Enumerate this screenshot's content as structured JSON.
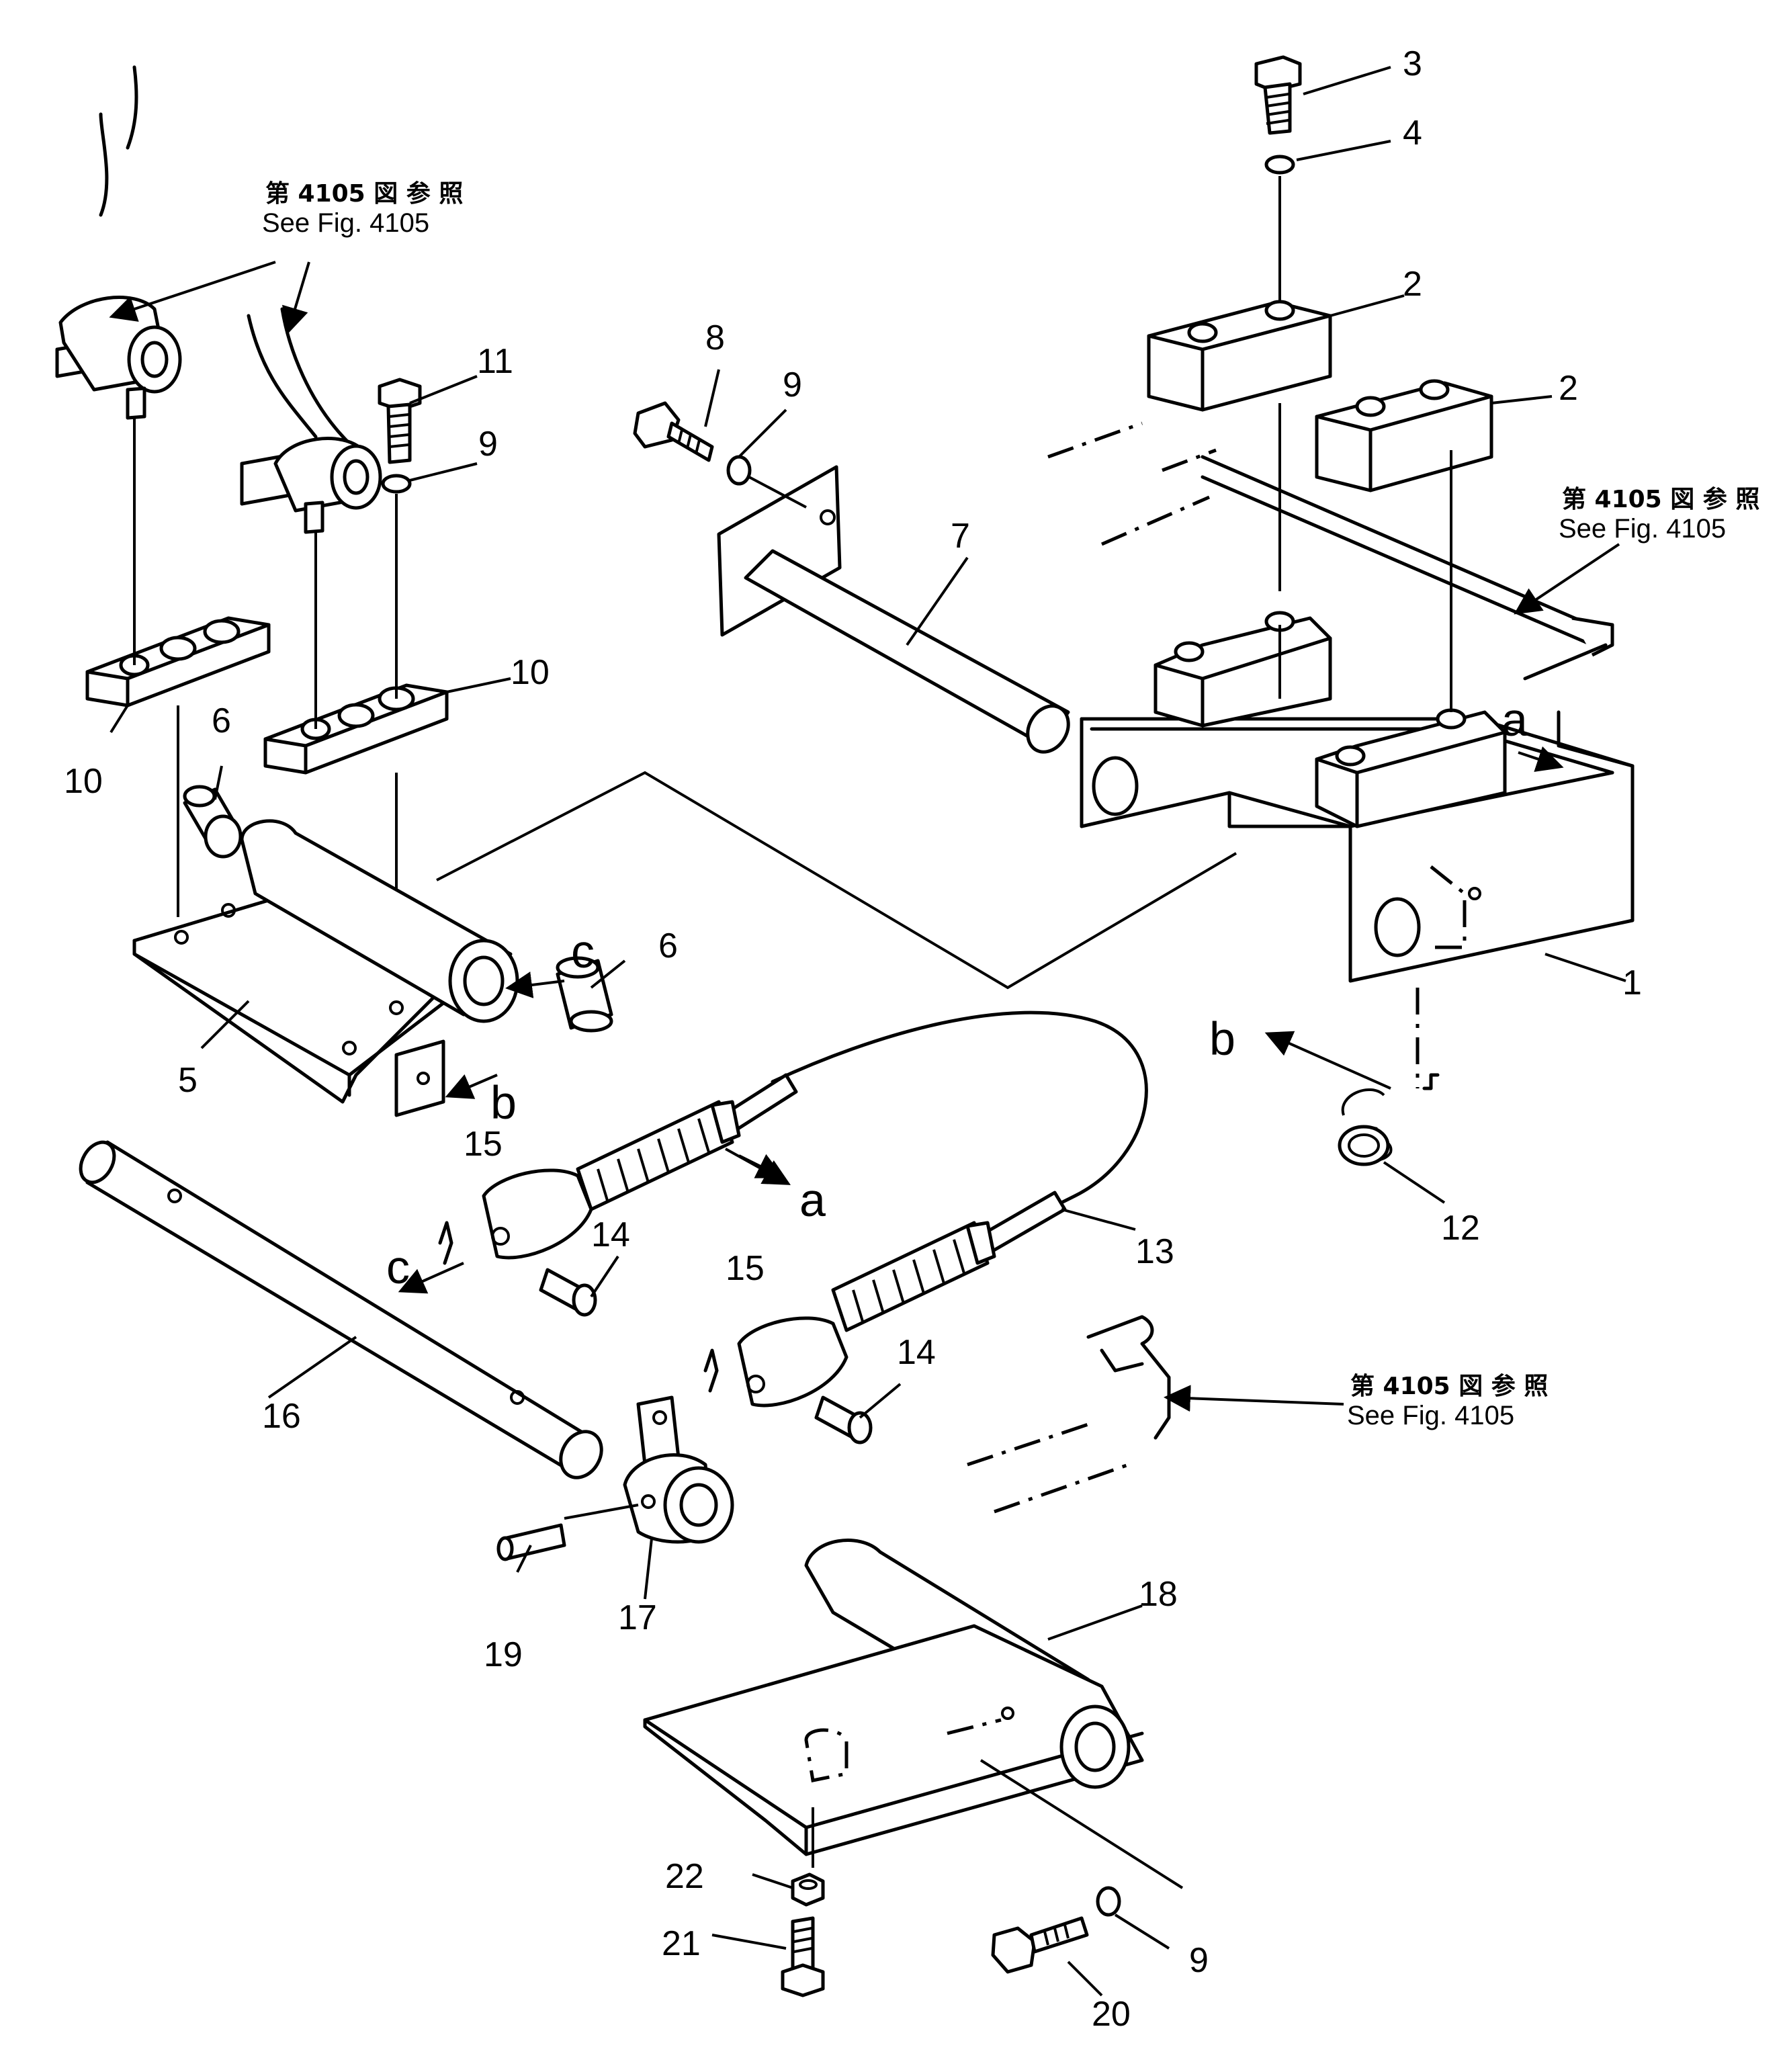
{
  "callouts": {
    "c1": "1",
    "c2a": "2",
    "c2b": "2",
    "c3": "3",
    "c4": "4",
    "c5": "5",
    "c6a": "6",
    "c6b": "6",
    "c7": "7",
    "c8": "8",
    "c9a": "9",
    "c9b": "9",
    "c9c": "9",
    "c10a": "10",
    "c10b": "10",
    "c11": "11",
    "c12": "12",
    "c13": "13",
    "c14a": "14",
    "c14b": "14",
    "c15a": "15",
    "c15b": "15",
    "c16": "16",
    "c17": "17",
    "c18": "18",
    "c19": "19",
    "c20": "20",
    "c21": "21",
    "c22": "22"
  },
  "letters": {
    "a1": "a",
    "a2": "a",
    "b1": "b",
    "b2": "b",
    "cc1": "c",
    "cc2": "c"
  },
  "references": {
    "ref1": {
      "jp": "第 4105 図 参 照",
      "en": "See Fig. 4105"
    },
    "ref2": {
      "jp": "第 4105 図 参 照",
      "en": "See Fig. 4105"
    },
    "ref3": {
      "jp": "第 4105 図 参 照",
      "en": "See Fig. 4105"
    }
  }
}
